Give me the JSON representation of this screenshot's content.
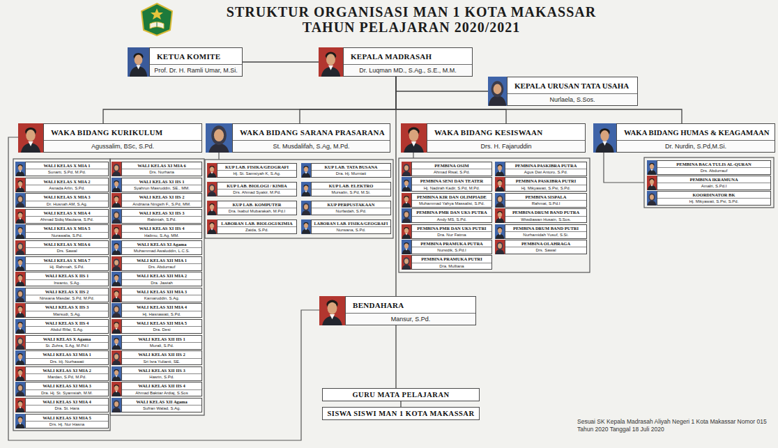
{
  "diagram": {
    "title": "STRUKTUR ORGANISASI MAN 1 KOTA MAKASSAR TAHUN PELAJARAN 2020/2021",
    "caption": "Sesuai SK Kepala Madrasah Aliyah Negeri 1 Kota Makassar Nomor 015 Tahun 2020 Tanggal 18 Juli 2020",
    "nodes": [
      {
        "text": [
          "KETUA KOMITE",
          "Prof. Dr. H. Ramli Umar, M.Si."
        ]
      },
      {
        "text": [
          "KEPALA MADRASAH",
          "Dr. Luqman MD., S.Ag., S.E., M.M."
        ]
      },
      {
        "text": [
          "KEPALA URUSAN TATA USAHA",
          "Nurlaela, S.Sos."
        ]
      },
      {
        "text": [
          "WAKA BIDANG KURIKULUM",
          "Agussalim, BSc, S.Pd."
        ]
      },
      {
        "text": [
          "WAKA BIDANG SARANA PRASARANA",
          "St. Musdalifah, S.Ag, M.Pd."
        ]
      },
      {
        "text": [
          "WAKA BIDANG KESISWAAN",
          "Drs. H. Fajaruddin"
        ]
      },
      {
        "text": [
          "WAKA BIDANG HUMAS & KEAGAMAAN",
          "Dr. Nurdin, S.Pd,M.Si."
        ]
      },
      {
        "text": [
          "WALI KELAS X MIA 1",
          "Sunarti, S.Pd, M.Pd."
        ]
      },
      {
        "text": [
          "WALI KELAS X MIA 2",
          "Asnada Arlin, S.Pd."
        ]
      },
      {
        "text": [
          "WALI KELAS X MIA 3",
          "Dr. Husnah AM, S.Ag."
        ]
      },
      {
        "text": [
          "WALI KELAS X MIA 4",
          "Ahmad Sidiq Maulana, S.Pd."
        ]
      },
      {
        "text": [
          "WALI KELAS X MIA 5",
          "Nurawalia, S.Pd."
        ]
      },
      {
        "text": [
          "WALI KELAS X MIA 6",
          "Drs. Sawal"
        ]
      },
      {
        "text": [
          "WALI KELAS X MIA 7",
          "Hj. Rahmah, S.Pd."
        ]
      },
      {
        "text": [
          "WALI KELAS X IIS 1",
          "Irwanto, S.Ag."
        ]
      },
      {
        "text": [
          "WALI KELAS X IIS 2",
          "Nirwana Masdar, S.Pd, M.Pd."
        ]
      },
      {
        "text": [
          "WALI KELAS X IIS 3",
          "Marsudi, S.Ag."
        ]
      },
      {
        "text": [
          "WALI KELAS X IIS 4",
          "Abdul Rifai, S.Ag."
        ]
      },
      {
        "text": [
          "WALI KELAS X Agama",
          "St. Zuhra, S.Ag, M.Pd.I"
        ]
      },
      {
        "text": [
          "WALI KELAS XI MIA 1",
          "Drs. Hj. Nurhawati"
        ]
      },
      {
        "text": [
          "WALI KELAS XI MIA 2",
          "Mardan, S.Pd, M.Pd."
        ]
      },
      {
        "text": [
          "WALI KELAS XI MIA 3",
          "Dra. Hj. St. Syamsiah, M.M."
        ]
      },
      {
        "text": [
          "WALI KELAS XI MIA 4",
          "Dra. St. Hara"
        ]
      },
      {
        "text": [
          "WALI KELAS XI MIA 5",
          "Drs. Hj. Nur Hasna"
        ]
      },
      {
        "text": [
          "WALI KELAS XI MIA 6",
          "Drs. Nurharia"
        ]
      },
      {
        "text": [
          "WALI KELAS XI IIS 1",
          "Syahrun Masruddin, SE., MM."
        ]
      },
      {
        "text": [
          "WALI KELAS XI IIS 2",
          "Andriana Ningsih F., S.Pd, MM."
        ]
      },
      {
        "text": [
          "WALI KELAS XI IIS 3",
          "Rabiniah, S.Pd."
        ]
      },
      {
        "text": [
          "WALI KELAS XI IIS 4",
          "Halimu, S.Ag, MM."
        ]
      },
      {
        "text": [
          "WALI KELAS XI Agama",
          "Muhammad Awaluddin, L.C.S."
        ]
      },
      {
        "text": [
          "WALI KELAS XII MIA 1",
          "Drs. Abdurrauf"
        ]
      },
      {
        "text": [
          "WALI KELAS XII MIA 2",
          "Dra. Jawiah"
        ]
      },
      {
        "text": [
          "WALI KELAS XII MIA 3",
          "Kamaruddin, S.Ag."
        ]
      },
      {
        "text": [
          "WALI KELAS XII MIA 4",
          "Hj. Hasnawati, S.Pd."
        ]
      },
      {
        "text": [
          "WALI KELAS XII MIA 5",
          "Dra. Desi"
        ]
      },
      {
        "text": [
          "WALI KELAS XII IIS 1",
          "Murali, S.Pd."
        ]
      },
      {
        "text": [
          "WALI KELAS XII IIS 2",
          "Sri Isra Yulianti, SE."
        ]
      },
      {
        "text": [
          "WALI KELAS XII IIS 3",
          "Hasrin, S.Pd."
        ]
      },
      {
        "text": [
          "WALI KELAS XII IIS 4",
          "Ahmad Baktiar Ardiaj, S.Sos"
        ]
      },
      {
        "text": [
          "WALI KELAS XII Agama",
          "Sufran Walad, S.Ag."
        ]
      },
      {
        "text": [
          "KUP LAB. FISIKA/GEOGRAFI",
          "Hj. St. Samsiyah K, S.Ag."
        ]
      },
      {
        "text": [
          "KUP LAB. TATA BUSANA",
          "Dra. Hj. Murniati"
        ]
      },
      {
        "text": [
          "KUP LAB. BIOLOGI / KIMIA",
          "Drs. Ahmad Syakir, M.Pd."
        ]
      },
      {
        "text": [
          "KUP LAB. ELEKTRO",
          "Mursalin, S.Pd, M.Si."
        ]
      },
      {
        "text": [
          "KUP LAB. KOMPUTER",
          "Dra. Isabul Mubarakah, M.Pd.I"
        ]
      },
      {
        "text": [
          "KUP PERPUSTAKAAN",
          "Nurfaidah, S.Pd."
        ]
      },
      {
        "text": [
          "LABORAN LAB. BIOLOGI/KIMIA",
          "Zaida, S.Pd."
        ]
      },
      {
        "text": [
          "LABORAN LAB. FISIKA/GEOGRAFI",
          "Nurwana, S.Pd."
        ]
      },
      {
        "text": [
          "PEMBINA OSIM",
          "Ahmad Risal, S.Pd."
        ]
      },
      {
        "text": [
          "PEMBINA SENI DAN TEATER",
          "Hj. Nadirah Kadir, S.Pd, M.Pd."
        ]
      },
      {
        "text": [
          "PEMBINA KIR DAN OLIMPIADE",
          "Muhammad Yahya Massalisi, S.Pd."
        ]
      },
      {
        "text": [
          "PEMBINA PMR DAN UKS PUTRA",
          "Andy MS, S.Pd."
        ]
      },
      {
        "text": [
          "PEMBINA PMR DAN UKS PUTRI",
          "Dra. Nur Fatma"
        ]
      },
      {
        "text": [
          "PEMBINA PRAMUKA PUTRA",
          "Nursidik, S.Pd.I"
        ]
      },
      {
        "text": [
          "PEMBINA PRAMUKA PUTRI",
          "Dra. Mulliana"
        ]
      },
      {
        "text": [
          "PEMBINA PASKIBRA PUTRA",
          "Agus Dwi Antoro, S.Pd."
        ]
      },
      {
        "text": [
          "PEMBINA PASKIBRA PUTRI",
          "Hj. Mikyawati, S.Psi, S.Pd."
        ]
      },
      {
        "text": [
          "PEMBINA SISPALA",
          "Rahmat, S.Pd.I"
        ]
      },
      {
        "text": [
          "PEMBINA DRUM BAND PUTRA",
          "Wiwdiawan Husain, S.Sos."
        ]
      },
      {
        "text": [
          "PEMBINA DRUM BAND PUTRI",
          "Nurhamidah Yusuf, S.Si."
        ]
      },
      {
        "text": [
          "PEMBINA OLAHRAGA",
          "Drs. Sawal"
        ]
      },
      {
        "text": [
          "PEMBINA BACA TULIS AL-QURAN",
          "Drs. Abdurrauf"
        ]
      },
      {
        "text": [
          "PEMBINA IKRAMUNA",
          "Amalri, S.Pd.I"
        ]
      },
      {
        "text": [
          "KOORDINATOR BK",
          "Hj. Mikyawati, S.Psi, S.Pd."
        ]
      },
      {
        "text": [
          "BENDAHARA",
          "Mansur, S.Pd."
        ]
      },
      {
        "text": [
          "GURU MATA PELAJARAN"
        ]
      },
      {
        "text": [
          "SISWA SISWI MAN 1 KOTA MAKASSAR"
        ]
      }
    ],
    "edges": [
      {
        "from": 0,
        "to": 1,
        "arrow": "none"
      },
      {
        "from": 1,
        "to": 2,
        "arrow": "none"
      },
      {
        "from": 1,
        "to": 3,
        "arrow": "none"
      },
      {
        "from": 1,
        "to": 4,
        "arrow": "none"
      },
      {
        "from": 1,
        "to": 5,
        "arrow": "none"
      },
      {
        "from": 1,
        "to": 6,
        "arrow": "none"
      },
      {
        "from": 1,
        "to": 64,
        "arrow": "none"
      },
      {
        "from": 64,
        "to": 65,
        "arrow": "none"
      },
      {
        "from": 65,
        "to": 66,
        "arrow": "none"
      }
    ]
  }
}
